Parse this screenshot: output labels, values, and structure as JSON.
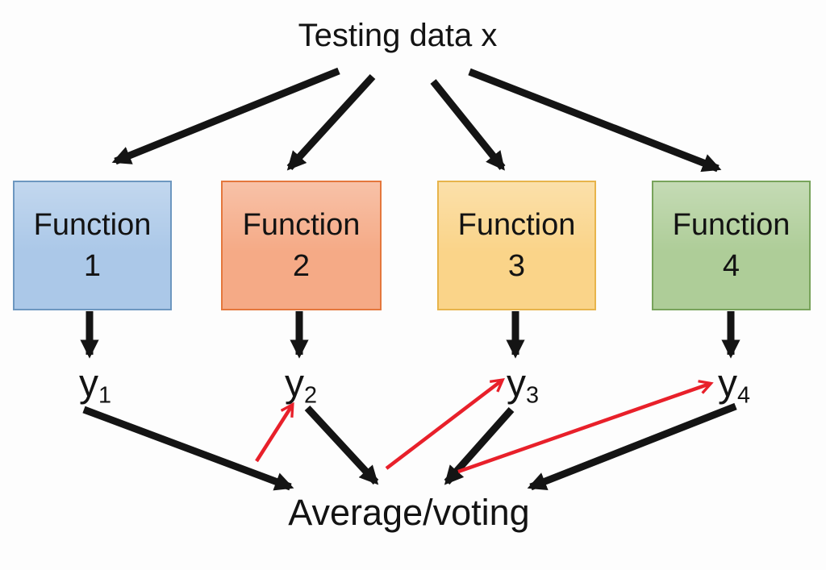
{
  "title": "Testing data x",
  "functions": [
    {
      "line1": "Function",
      "line2": "1"
    },
    {
      "line1": "Function",
      "line2": "2"
    },
    {
      "line1": "Function",
      "line2": "3"
    },
    {
      "line1": "Function",
      "line2": "4"
    }
  ],
  "outputs": [
    {
      "base": "y",
      "sub": "1"
    },
    {
      "base": "y",
      "sub": "2"
    },
    {
      "base": "y",
      "sub": "3"
    },
    {
      "base": "y",
      "sub": "4"
    }
  ],
  "aggregator": "Average/voting",
  "colors": {
    "background": "#fdfdfd",
    "text": "#131313",
    "arrow_black": "#141414",
    "arrow_red": "#e8202a",
    "box1_fill": "#abc8e8",
    "box1_border": "#6d97c0",
    "box2_fill": "#f5aa86",
    "box2_border": "#e4773c",
    "box3_fill": "#fad489",
    "box3_border": "#e7b44b",
    "box4_fill": "#aecd98",
    "box4_border": "#78a35b"
  }
}
